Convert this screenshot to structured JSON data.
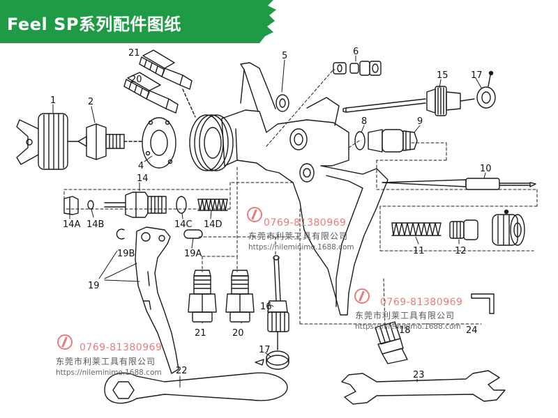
{
  "banner": {
    "title": "Feel SP系列配件图纸",
    "color": "#1f9a45"
  },
  "part_labels": {
    "p1": "1",
    "p2": "2",
    "p4": "4",
    "p5": "5",
    "p6": "6",
    "p8": "8",
    "p9": "9",
    "p10": "10",
    "p11": "11",
    "p12": "12",
    "p14": "14",
    "p14a": "14A",
    "p14b": "14B",
    "p14c": "14C",
    "p14d": "14D",
    "p15": "15",
    "p16": "16",
    "p17a": "17",
    "p17b": "17",
    "p18": "18",
    "p19": "19",
    "p19a": "19A",
    "p19b": "19B",
    "p20a": "20",
    "p20b": "20",
    "p21a": "21",
    "p21b": "21",
    "p22": "22",
    "p23": "23",
    "p24": "24"
  },
  "watermark": {
    "phone": "0769-81380969",
    "company": "东莞市利莱工具有限公司",
    "url": "https://nileminimo.1688.com",
    "color": "#e97b7b"
  }
}
